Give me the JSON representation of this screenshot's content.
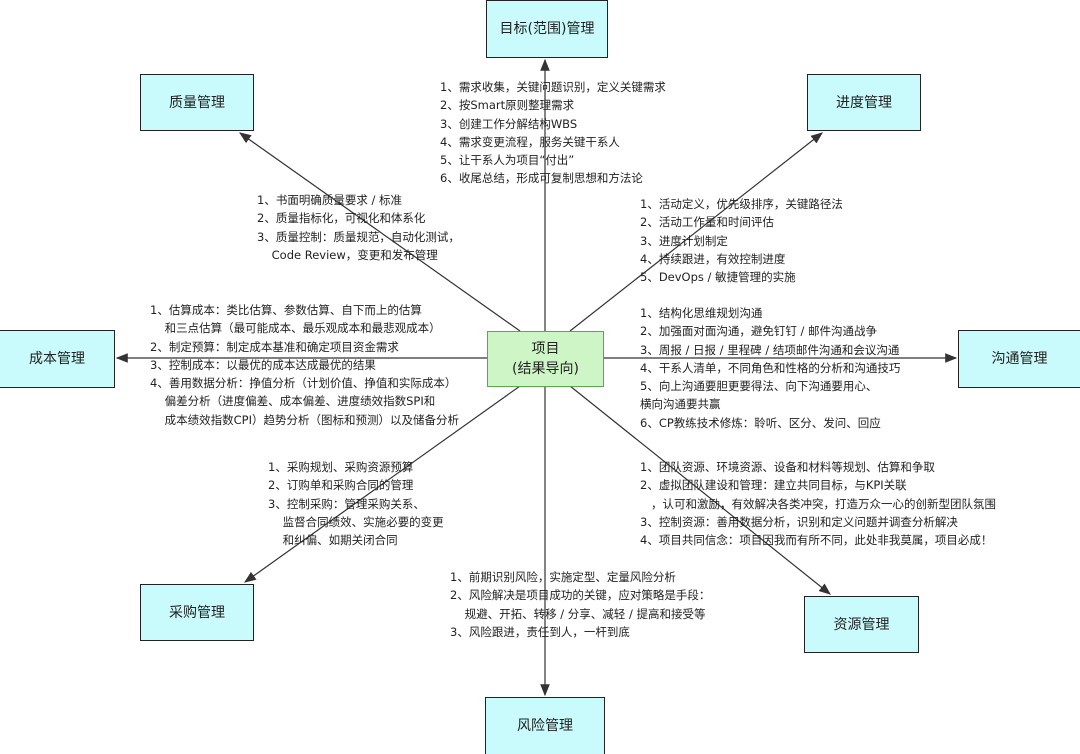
{
  "center": {
    "title": "项目",
    "subtitle": "(结果导向)"
  },
  "nodes": {
    "scope": "目标(范围)管理",
    "quality": "质量管理",
    "schedule": "进度管理",
    "cost": "成本管理",
    "communication": "沟通管理",
    "procurement": "采购管理",
    "resource": "资源管理",
    "risk": "风险管理"
  },
  "notes": {
    "scope": [
      "1、需求收集，关键问题识别，定义关键需求",
      "2、按Smart原则整理需求",
      "3、创建工作分解结构WBS",
      "4、需求变更流程，服务关键干系人",
      "5、让干系人为项目“付出”",
      "6、收尾总结，形成可复制思想和方法论"
    ],
    "quality": [
      "1、书面明确质量要求 / 标准",
      "2、质量指标化，可视化和体系化",
      "3、质量控制：质量规范，自动化测试，",
      "    Code Review，变更和发布管理"
    ],
    "schedule": [
      "1、活动定义，优先级排序，关键路径法",
      "2、活动工作量和时间评估",
      "3、进度计划制定",
      "4、持续跟进，有效控制进度",
      "5、DevOps / 敏捷管理的实施"
    ],
    "communication": [
      "1、结构化思维规划沟通",
      "2、加强面对面沟通，避免钉钉 / 邮件沟通战争",
      "3、周报 / 日报 / 里程碑 / 结项邮件沟通和会议沟通",
      "4、干系人清单，不同角色和性格的分析和沟通技巧",
      "5、向上沟通要胆更要得法、向下沟通要用心、",
      "横向沟通要共赢",
      "6、CP教练技术修炼：聆听、区分、发问、回应"
    ],
    "cost": [
      "1、估算成本：类比估算、参数估算、自下而上的估算",
      "    和三点估算（最可能成本、最乐观成本和最悲观成本）",
      "2、制定预算：制定成本基准和确定项目资金需求",
      "3、控制成本：以最优的成本达成最优的结果",
      "4、善用数据分析：挣值分析（计划价值、挣值和实际成本）",
      "    偏差分析（进度偏差、成本偏差、进度绩效指数SPI和",
      "    成本绩效指数CPI）趋势分析（图标和预测）以及储备分析"
    ],
    "procurement": [
      "1、采购规划、采购资源预算",
      "2、订购单和采购合同的管理",
      "3、控制采购：管理采购关系、",
      "    监督合同绩效、实施必要的变更",
      "    和纠偏、如期关闭合同"
    ],
    "resource": [
      "1、团队资源、环境资源、设备和材料等规划、估算和争取",
      "2、虚拟团队建设和管理：建立共同目标，与KPI关联",
      "   ，认可和激励，有效解决各类冲突，打造万众一心的创新型团队氛围",
      "3、控制资源：善用数据分析，识别和定义问题并调查分析解决",
      "4、项目共同信念：项目因我而有所不同，此处非我莫属，项目必成！"
    ],
    "risk": [
      "1、前期识别风险，实施定型、定量风险分析",
      "2、风险解决是项目成功的关键，应对策略是手段：",
      "    规避、开拓、转移 / 分享、减轻 / 提高和接受等",
      "3、风险跟进，责任到人，一杆到底"
    ]
  },
  "colors": {
    "node_fill": "#c9fafc",
    "center_fill": "#cdf5c6",
    "center_border": "#5aa84e",
    "line": "#333333"
  }
}
